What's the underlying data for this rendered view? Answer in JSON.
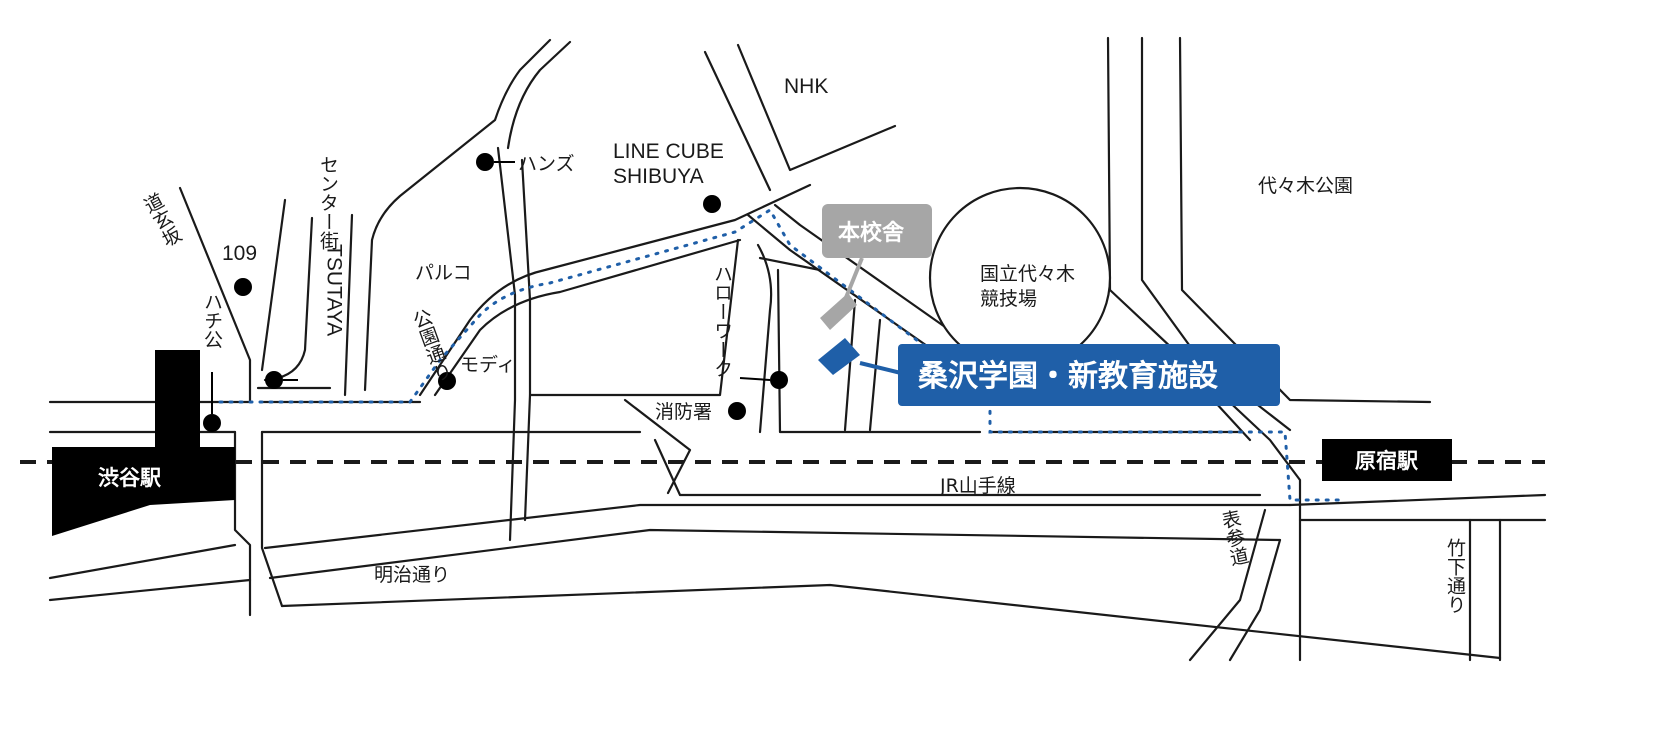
{
  "labels": {
    "nhk": "NHK",
    "line_cube_1": "LINE CUBE",
    "line_cube_2": "SHIBUYA",
    "hands": "ハンズ",
    "yoyogi_park": "代々木公園",
    "honkousha": "本校舎",
    "stadium_1": "国立代々木",
    "stadium_2": "競技場",
    "parco": "パルコ",
    "shop_109": "109",
    "modi": "モディ",
    "fire_station": "消防署",
    "new_facility": "桑沢学園・新教育施設",
    "shibuya_station": "渋谷駅",
    "harajuku_station": "原宿駅",
    "yamanote": "JR山手線",
    "meiji_dori": "明治通り",
    "dogenzaka": "道玄坂",
    "hachiko": "ハチ公",
    "center_gai": "センター街",
    "tsutaya": "TSUTAYA",
    "koen_dori": "公園通り",
    "hello_work": "ハローワーク",
    "omotesando": "表参道",
    "takeshita_dori": "竹下通り"
  },
  "colors": {
    "route": "#1f5fa8",
    "new_facility_box": "#1f5fa8",
    "honkousha_box": "#a6a6a6",
    "ink": "#1a1a1a"
  }
}
